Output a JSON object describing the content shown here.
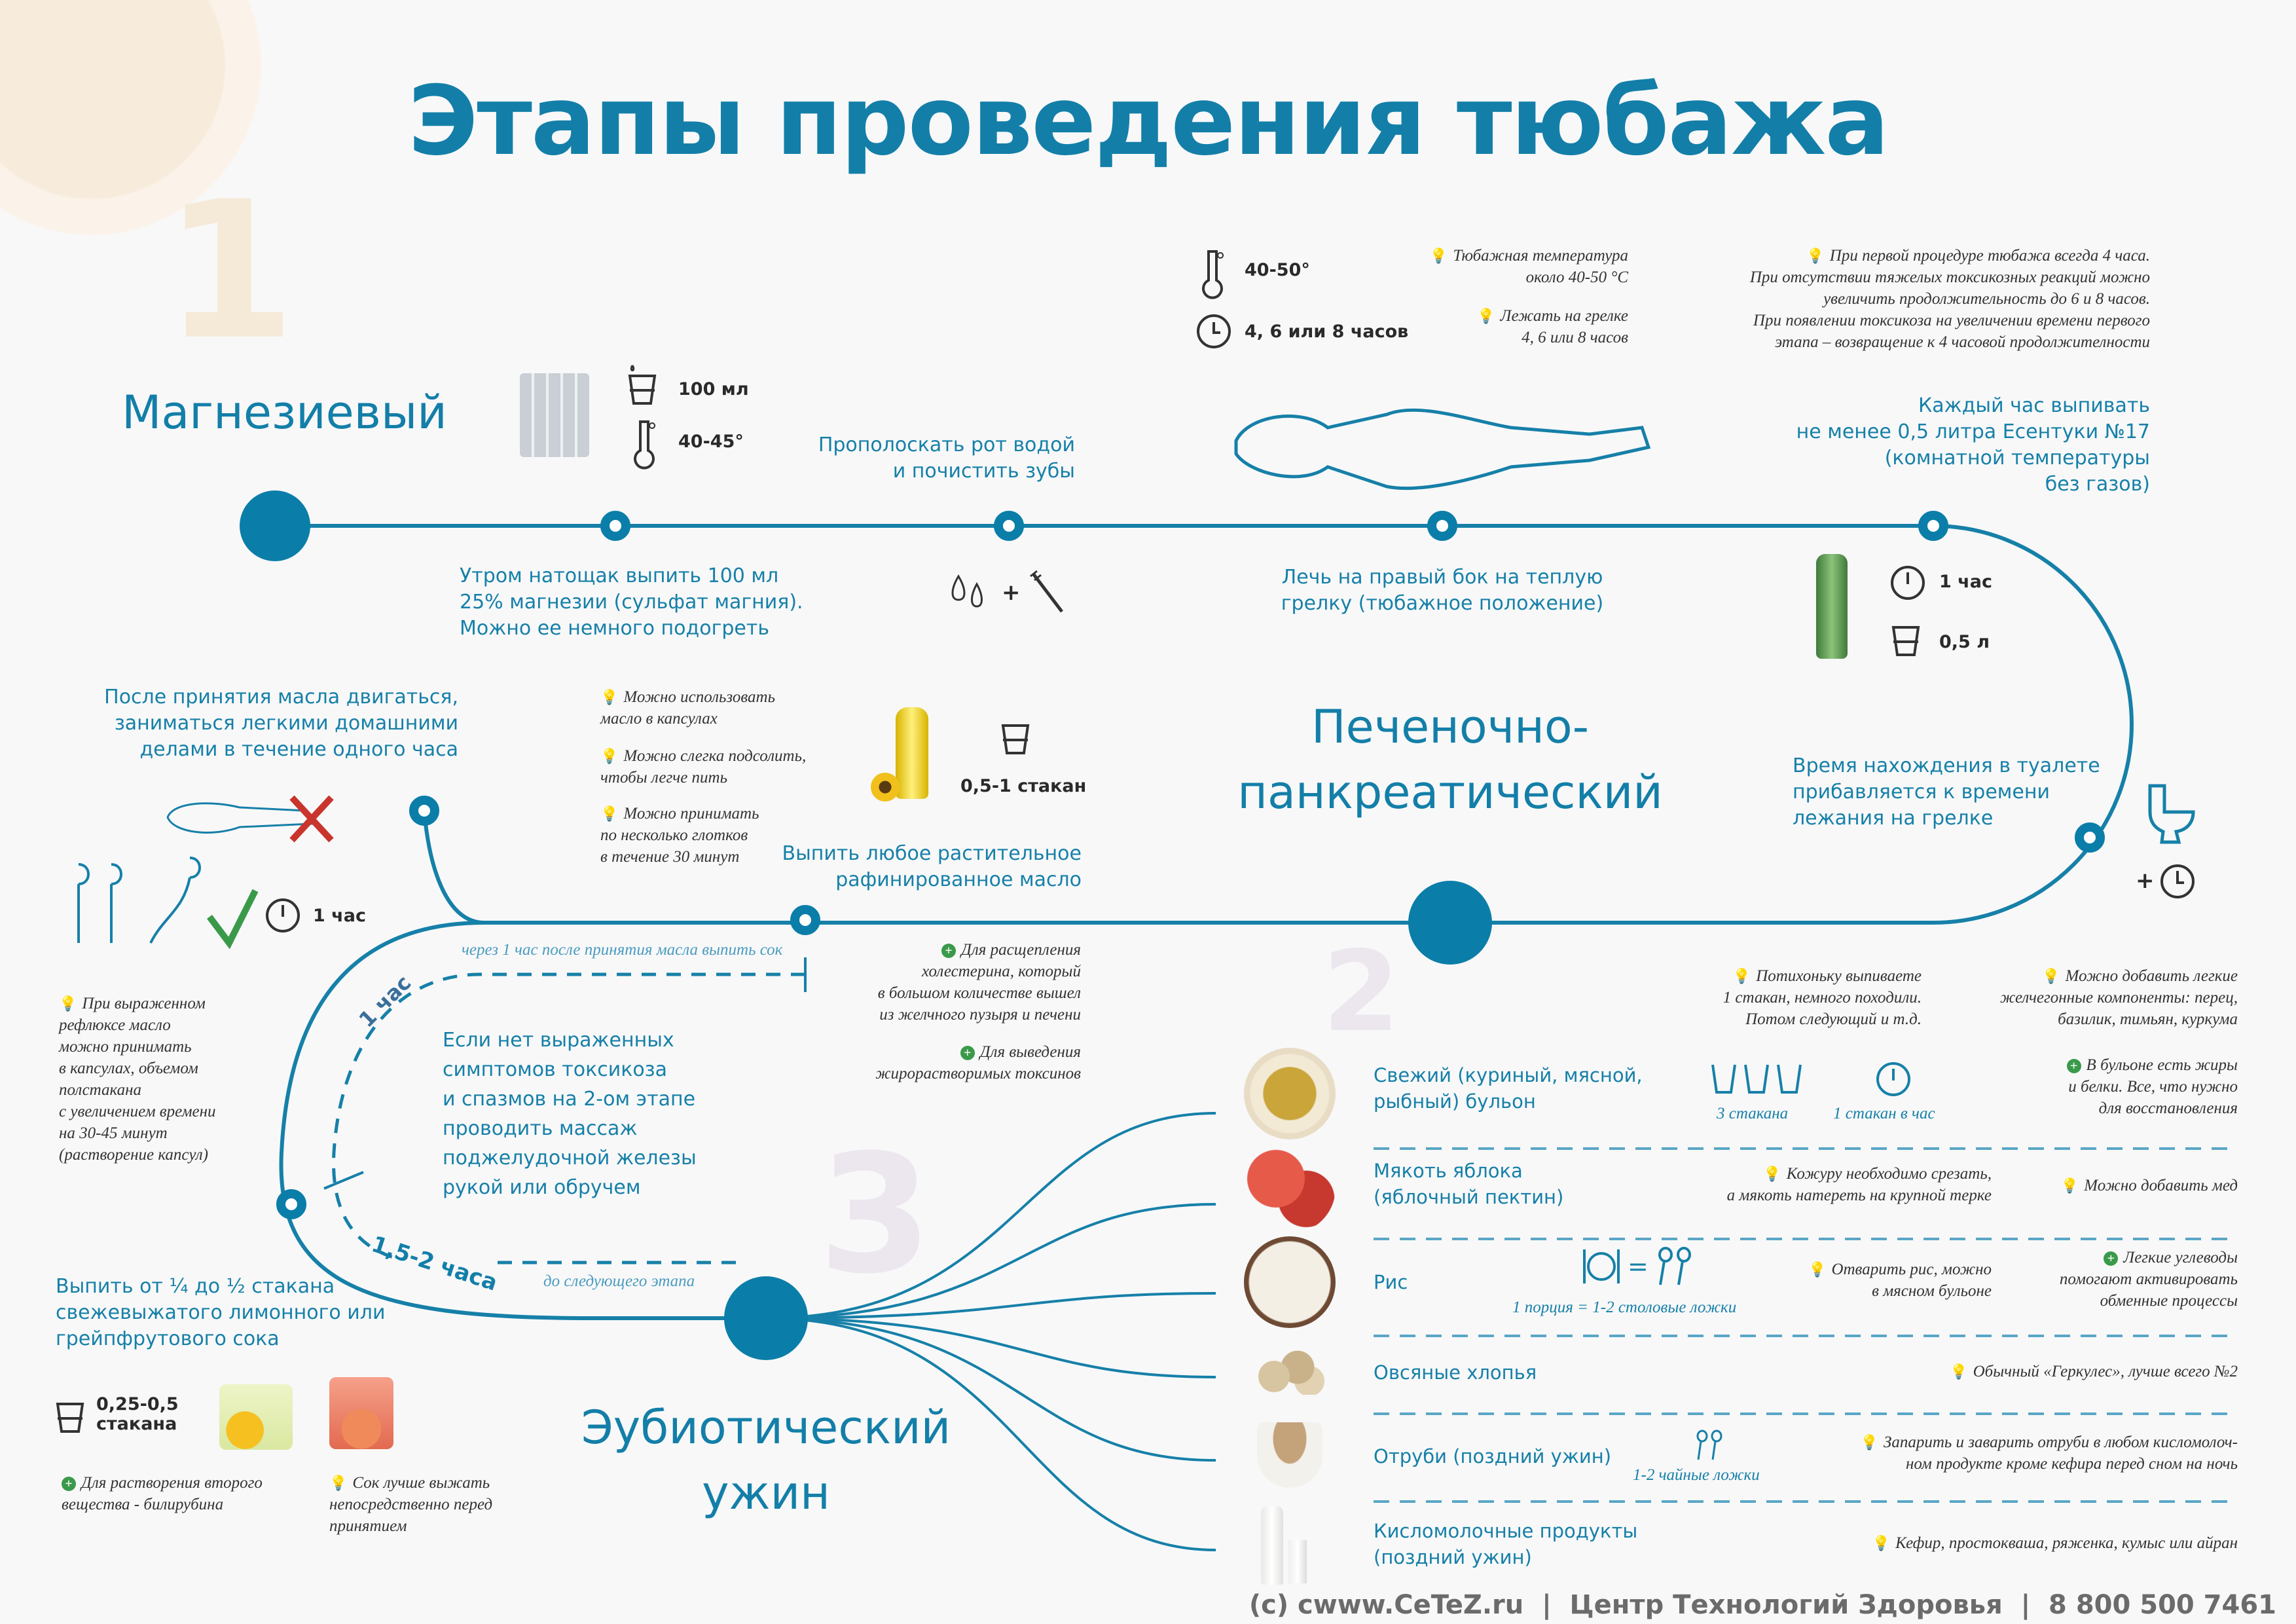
{
  "title": "Этапы проведения тюбажа",
  "colors": {
    "accent": "#1680a8",
    "node": "#0a7ea8",
    "faint_number": "#ece6ee",
    "green": "#3a9a4a",
    "red": "#c9352c"
  },
  "stage1": {
    "number": "1",
    "title": "Магнезиевый",
    "volume": "100 мл",
    "temperature": "40-45°",
    "step_drink": "Утром натощак выпить 100 мл\n25% магнезии (сульфат магния).\nМожно ее немного подогреть",
    "step_rinse": "Прополоскать рот водой\nи почистить зубы",
    "plus_sign": "+"
  },
  "stage2": {
    "number": "2",
    "title": "Печеночно-\nпанкреатический",
    "temp_value": "40-50°",
    "time_value": "4, 6 или 8 часов",
    "note_temp": "Тюбажная температура\nоколо 40-50 °С",
    "note_lie": "Лежать на грелке\n4, 6 или 8 часов",
    "note_first": "При первой процедуре тюбажа всегда 4 часа.\nПри отсутствии тяжелых токсикозных реакций можно\nувеличить  продолжительность до 6 и 8 часов.\nПри появлении токсикоза на увеличении времени первого\nэтапа – возвращение к 4 часовой продолжителности",
    "step_lie": "Лечь на правый бок на теплую\nгрелку (тюбажное положение)",
    "step_water": "Каждый час выпивать\nне менее 0,5 литра Есентуки №17\n(комнатной температуры\nбез газов)",
    "water_time": "1 час",
    "water_volume": "0,5 л",
    "step_toilet": "Время нахождения в туалете\nприбавляется к времени\nлежания на грелке",
    "toilet_plus": "+",
    "step_oil": "Выпить любое растительное\nрафинированное масло",
    "oil_volume": "0,5-1 стакан",
    "oil_notes": [
      "Можно использовать\nмасло в капсулах",
      "Можно слегка подсолить,\nчтобы легче пить",
      "Можно принимать\nпо несколько глотков\nв течение 30 минут"
    ],
    "step_move": "После принятия масла двигаться,\nзаниматься легкими домашними\nделами в течение одного часа",
    "move_time": "1 час",
    "reflux_note": "При выраженном\nрефлюксе масло\nможно принимать\nв капсулах, объемом\nполстакана\nс увеличением времени\nна 30-45 минут\n(растворение капсул)",
    "juice_timing": "через 1 час после принятия масла выпить сок",
    "benefit_1": "Для расщепления\nхолестерина, который\nв большом количестве вышел\nиз желчного пузыря и печени",
    "benefit_2": "Для выведения\nжирорастворимых токсинов",
    "massage": "Если нет выраженных\nсимптомов токсикоза\nи спазмов на 2-ом этапе\nпроводить массаж\nподжелудочной железы\nрукой или обручем",
    "interval_1": "1 час",
    "interval_2": "1,5-2 часа",
    "interval_2_note": "до следующего этапа",
    "step_juice": "Выпить от ¼ до ½ стакана\nсвежевыжатого лимонного или\nгрейпфрутового сока",
    "juice_volume": "0,25-0,5\nстакана",
    "juice_note_1": "Для растворения второго\nвещества - билирубина",
    "juice_note_2": "Сок лучше выжать\nнепосредственно перед\nпринятием"
  },
  "stage3": {
    "number": "3",
    "title": "Эубиотический\nужин",
    "top_note_1": "Потихоньку выпиваете\n1 стакан, немного походили.\nПотом следующий и т.д.",
    "top_note_2": "Можно добавить легкие\nжелчегонные компоненты: перец,\nбазилик, тимьян, куркума",
    "foods": [
      {
        "name": "Свежий (куриный, мясной,\nрыбный) бульон",
        "icon_label_1": "3 стакана",
        "icon_label_2": "1 стакан в час",
        "note": "В бульоне есть жиры\nи белки. Все, что нужно\nдля восстановления"
      },
      {
        "name": "Мякоть яблока\n(яблочный пектин)",
        "tip": "Кожуру необходимо срезать,\nа мякоть натереть на крупной терке",
        "note": "Можно добавить мед"
      },
      {
        "name": "Рис",
        "icon_label_1": "1 порция = 1-2 столовые ложки",
        "icon_eq": "=",
        "tip": "Отварить рис, можно\nв мясном бульоне",
        "note": "Легкие углеводы\nпомогают активировать\nобменные процессы"
      },
      {
        "name": "Овсяные хлопья",
        "note": "Обычный «Геркулес», лучше всего №2"
      },
      {
        "name": "Отруби (поздний ужин)",
        "icon_label_1": "1-2 чайные ложки",
        "note": "Запарить и заварить отруби в любом кисломолоч-\nном продукте кроме кефира перед сном на ночь"
      },
      {
        "name": "Кисломолочные продукты\n(поздний ужин)",
        "note": "Кефир, простокваша, ряженка, кумыс или айран"
      }
    ]
  },
  "footer": "(c) cwww.CeTeZ.ru  |  Центр Технологий Здоровья  |  8 800 500 7461",
  "watermark": "www.CeTeZ.ru"
}
